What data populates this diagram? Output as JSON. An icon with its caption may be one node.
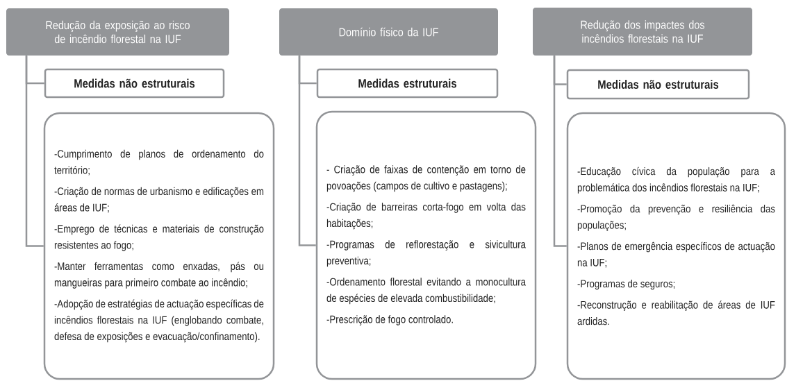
{
  "diagram": {
    "nodes": [
      {
        "text": [
          "Redução da exposição ao risco de incêndio florestal na IUF"
        ]
      },
      {
        "text": [
          "Medidas não estruturais"
        ]
      },
      {
        "text": [
          "-Cumprimento de planos de ordenamento do território;",
          "-Criação de normas de urbanismo e edificações em áreas de IUF;",
          "-Emprego de técnicas e materiais de construção resistentes ao fogo;",
          "-Manter ferramentas como enxadas, pás ou mangueiras para primeiro combate ao incêndio;",
          "-Adopção de estratégias de actuação específicas de incêndios florestais na IUF (englobando combate, defesa de exposições e evacuação/confinamento)."
        ]
      },
      {
        "text": [
          "Domínio físico da IUF"
        ]
      },
      {
        "text": [
          "Medidas estruturais"
        ]
      },
      {
        "text": [
          "- Criação de faixas de contenção em torno de povoações (campos de cultivo e pastagens);",
          "-Criação de barreiras corta-fogo em volta das habitações;",
          "-Programas de reflorestação e sivicultura preventiva;",
          "-Ordenamento florestal evitando a monocultura de espécies de elevada combustibilidade;",
          "-Prescrição de fogo controlado."
        ]
      },
      {
        "text": [
          "Redução dos impactes dos incêndios florestais na IUF"
        ]
      },
      {
        "text": [
          "Medidas não estruturais"
        ]
      },
      {
        "text": [
          "-Educação cívica da população para a problemática dos incêndios florestais na IUF;",
          "-Promoção da prevenção e resiliência das populações;",
          "-Planos de emergência específicos de actuação na IUF;",
          "-Programas de seguros;",
          "-Reconstrução e reabilitação de áreas de IUF ardidas."
        ]
      }
    ],
    "edges": [
      {
        "from": 0,
        "to": 1,
        "arrow": "none"
      },
      {
        "from": 0,
        "to": 2,
        "arrow": "none"
      },
      {
        "from": 3,
        "to": 4,
        "arrow": "none"
      },
      {
        "from": 3,
        "to": 5,
        "arrow": "none"
      },
      {
        "from": 6,
        "to": 7,
        "arrow": "none"
      },
      {
        "from": 6,
        "to": 8,
        "arrow": "none"
      }
    ]
  }
}
